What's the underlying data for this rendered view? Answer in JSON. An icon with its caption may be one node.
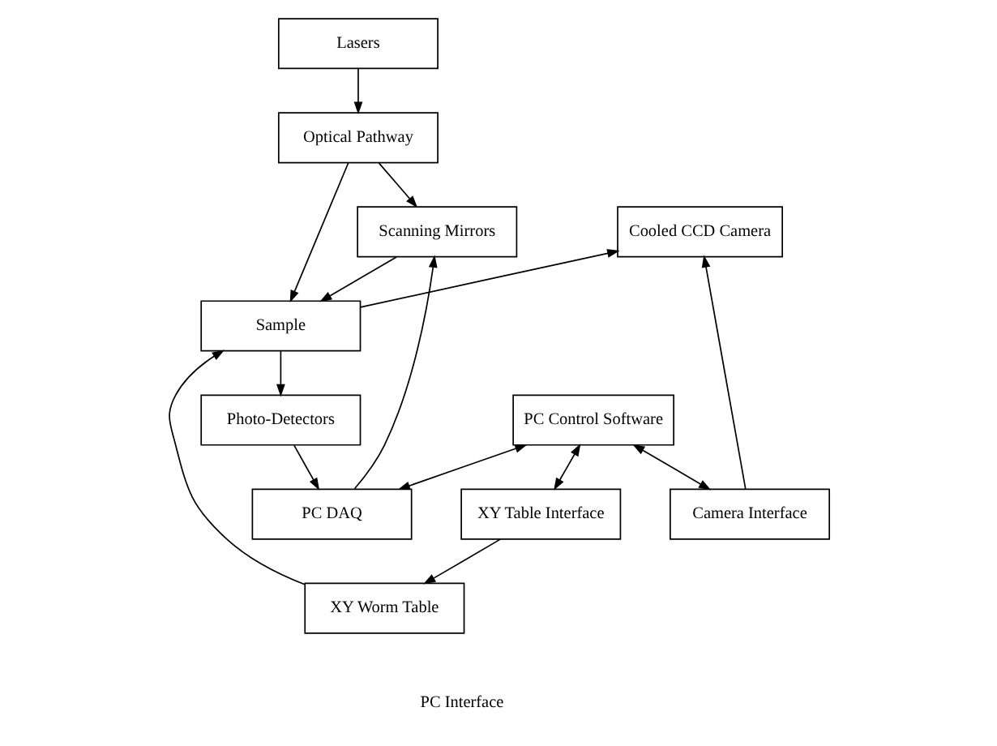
{
  "diagram": {
    "nodes": [
      {
        "text": [
          "Lasers"
        ]
      },
      {
        "text": [
          "Optical Pathway"
        ]
      },
      {
        "text": [
          "Scanning Mirrors"
        ]
      },
      {
        "text": [
          "Cooled CCD Camera"
        ]
      },
      {
        "text": [
          "Sample"
        ]
      },
      {
        "text": [
          "XY Worm Table"
        ]
      },
      {
        "text": [
          "Photo-Detectors"
        ]
      },
      {
        "text": [
          "XY Table Interface"
        ]
      },
      {
        "text": [
          "PC DAQ"
        ]
      },
      {
        "text": [
          "Camera Interface"
        ]
      },
      {
        "text": [
          "PC Control Software"
        ]
      }
    ],
    "edges": [
      {
        "from": 0,
        "to": 1,
        "arrow": "to"
      },
      {
        "from": 1,
        "to": 2,
        "arrow": "to"
      },
      {
        "from": 1,
        "to": 4,
        "arrow": "to"
      },
      {
        "from": 2,
        "to": 4,
        "arrow": "to"
      },
      {
        "from": 5,
        "to": 4,
        "arrow": "to"
      },
      {
        "from": 4,
        "to": 3,
        "arrow": "to"
      },
      {
        "from": 4,
        "to": 6,
        "arrow": "to"
      },
      {
        "from": 6,
        "to": 8,
        "arrow": "to"
      },
      {
        "from": 8,
        "to": 2,
        "arrow": "to"
      },
      {
        "from": 7,
        "to": 5,
        "arrow": "to"
      },
      {
        "from": 9,
        "to": 3,
        "arrow": "to"
      },
      {
        "from": 10,
        "to": 7,
        "arrow": "both"
      },
      {
        "from": 10,
        "to": 8,
        "arrow": "both"
      },
      {
        "from": 10,
        "to": 9,
        "arrow": "both"
      }
    ],
    "labels": [
      "PC Interface"
    ]
  }
}
